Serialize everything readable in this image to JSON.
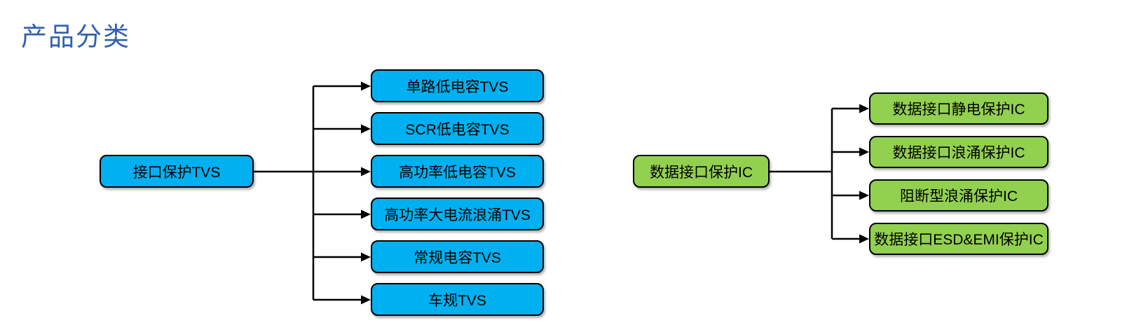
{
  "page": {
    "title": "产品分类",
    "title_color": "#3160ac",
    "background_color": "#ffffff"
  },
  "trees": [
    {
      "node_color": "#00b0f0",
      "border_color": "#000000",
      "root": {
        "label": "接口保护TVS"
      },
      "children": [
        {
          "label": "单路低电容TVS"
        },
        {
          "label": "SCR低电容TVS"
        },
        {
          "label": "高功率低电容TVS"
        },
        {
          "label": "高功率大电流浪涌TVS"
        },
        {
          "label": "常规电容TVS"
        },
        {
          "label": "车规TVS"
        }
      ]
    },
    {
      "node_color": "#92d050",
      "border_color": "#000000",
      "root": {
        "label": "数据接口保护IC"
      },
      "children": [
        {
          "label": "数据接口静电保护IC"
        },
        {
          "label": "数据接口浪涌保护IC"
        },
        {
          "label": "阻断型浪涌保护IC"
        },
        {
          "label": "数据接口ESD&EMI保护IC"
        }
      ]
    }
  ]
}
